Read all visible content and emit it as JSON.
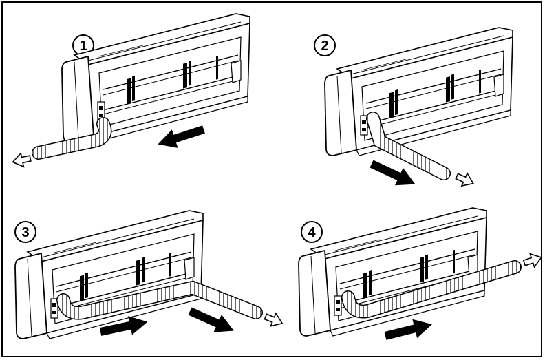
{
  "panels": [
    {
      "step": "1",
      "pipe_exit": "left"
    },
    {
      "step": "2",
      "pipe_exit": "down-right"
    },
    {
      "step": "3",
      "pipe_exit": "right-down"
    },
    {
      "step": "4",
      "pipe_exit": "right-up"
    }
  ],
  "colors": {
    "line": "#000000",
    "background": "#ffffff",
    "panel_fill": "#ffffff"
  }
}
